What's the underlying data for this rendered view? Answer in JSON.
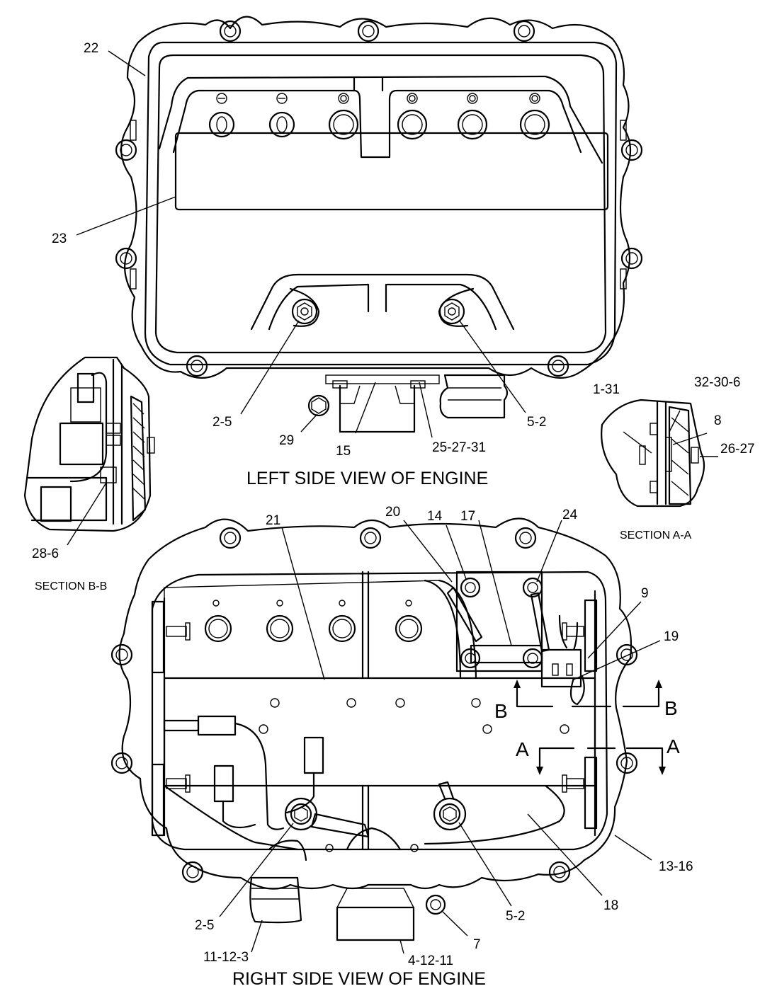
{
  "views": {
    "left_title": "LEFT SIDE VIEW OF ENGINE",
    "right_title": "RIGHT SIDE VIEW OF ENGINE",
    "section_a": "SECTION A-A",
    "section_b": "SECTION B-B"
  },
  "callouts_left": {
    "c22": "22",
    "c23": "23",
    "c2_5": "2-5",
    "c29": "29",
    "c15": "15",
    "c25_27_31": "25-27-31",
    "c5_2": "5-2"
  },
  "callouts_section_a": {
    "c1_31": "1-31",
    "c32_30_6": "32-30-6",
    "c8": "8",
    "c26_27": "26-27"
  },
  "callouts_section_b": {
    "c28_6": "28-6"
  },
  "callouts_right": {
    "c21": "21",
    "c20": "20",
    "c14": "14",
    "c17": "17",
    "c24": "24",
    "c9": "9",
    "c19": "19",
    "c13_16": "13-16",
    "c18": "18",
    "c5_2": "5-2",
    "c2_5": "2-5",
    "c7": "7",
    "c11_12_3": "11-12-3",
    "c4_12_11": "4-12-11"
  },
  "section_markers": {
    "b": "B",
    "a": "A"
  }
}
